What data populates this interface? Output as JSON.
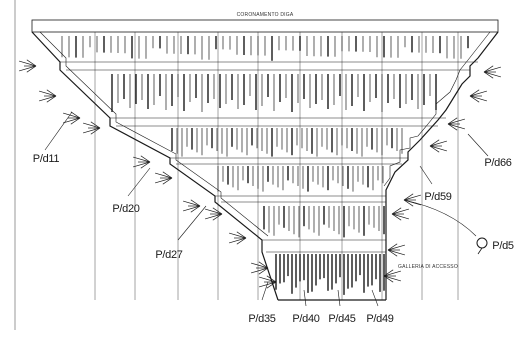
{
  "diagram": {
    "header_text": "CORONAMENTO DIGA",
    "gallery_text": "GALLERIA DI ACCESSO",
    "piezometers": [
      {
        "id": "pz11",
        "label": "P/d11"
      },
      {
        "id": "pz20",
        "label": "P/d20"
      },
      {
        "id": "pz27",
        "label": "P/d27"
      },
      {
        "id": "pz35",
        "label": "P/d35"
      },
      {
        "id": "pz40",
        "label": "P/d40"
      },
      {
        "id": "pz45",
        "label": "P/d45"
      },
      {
        "id": "pz49",
        "label": "P/d49"
      },
      {
        "id": "pz59",
        "label": "P/d59"
      },
      {
        "id": "pz66",
        "label": "P/d66"
      },
      {
        "id": "pz5",
        "label": "P/d5"
      }
    ]
  },
  "colors": {
    "ink": "#1a1a1a",
    "grid": "#555555",
    "background": "#ffffff"
  }
}
